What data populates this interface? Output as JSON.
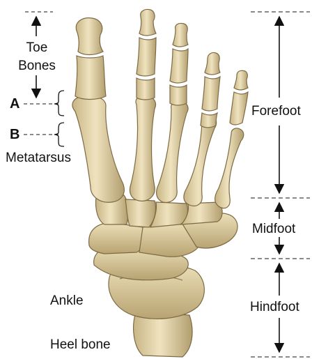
{
  "labels": {
    "toe_bones_line1": "Toe",
    "toe_bones_line2": "Bones",
    "a": "A",
    "b": "B",
    "metatarsus": "Metatarsus",
    "ankle": "Ankle",
    "heel_bone": "Heel bone",
    "forefoot": "Forefoot",
    "midfoot": "Midfoot",
    "hindfoot": "Hindfoot"
  },
  "colors": {
    "bone": "#e6d8ad",
    "bone_shadow": "#b9a577",
    "bone_outline": "#7d6a44",
    "ink": "#111111",
    "dash": "#555555"
  }
}
